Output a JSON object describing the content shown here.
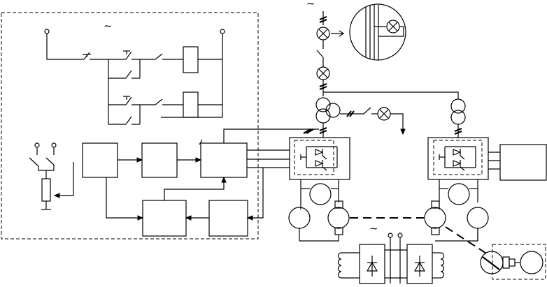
{
  "diagram": {
    "ac_symbol": "~",
    "components": {
      "dashed_panel": "control-panel",
      "blocks": [
        "block-1",
        "block-2",
        "block-3",
        "block-4",
        "block-5",
        "block-6"
      ],
      "lamps": [
        "lamp-upper",
        "lamp-lower",
        "lamp-branch",
        "lamp-inset"
      ],
      "transformers": [
        "transformer-left",
        "transformer-right"
      ],
      "converters": [
        "thyristor-converter-left",
        "thyristor-converter-right",
        "diode-rectifier-left",
        "diode-rectifier-right"
      ],
      "machines": [
        "generator-left",
        "motor-left",
        "motor-right",
        "generator-right",
        "inset-machine"
      ]
    },
    "icons": [
      "resistor-icon",
      "switch-icon",
      "lamp-icon",
      "thyristor-icon",
      "diode-icon",
      "inductor-icon",
      "transformer-icon",
      "motor-icon"
    ]
  }
}
